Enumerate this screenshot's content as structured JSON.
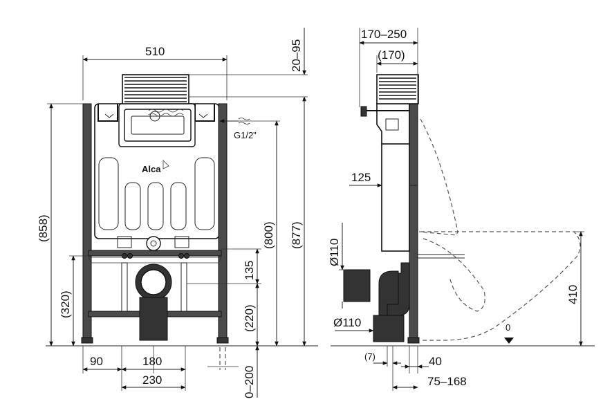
{
  "front_view": {
    "dim_width": "510",
    "dim_top_adjust": "20–95",
    "dim_frame_height": "(858)",
    "dim_outlet_height": "(320)",
    "dim_800": "(800)",
    "dim_877": "(877)",
    "dim_135": "135",
    "dim_220": "(220)",
    "dim_90": "90",
    "dim_180": "180",
    "dim_230": "230",
    "dim_floor_adjust": "0–200",
    "water_inlet": "G1/2\"",
    "brand": "Alca"
  },
  "side_view": {
    "dim_depth_range": "170–250",
    "dim_depth_min": "(170)",
    "dim_125": "125",
    "dim_pipe_upper": "Ø110",
    "dim_pipe_lower": "Ø110",
    "dim_7": "(7)",
    "dim_40": "40",
    "dim_75_168": "75–168",
    "dim_410": "410",
    "dim_zero": "0"
  }
}
